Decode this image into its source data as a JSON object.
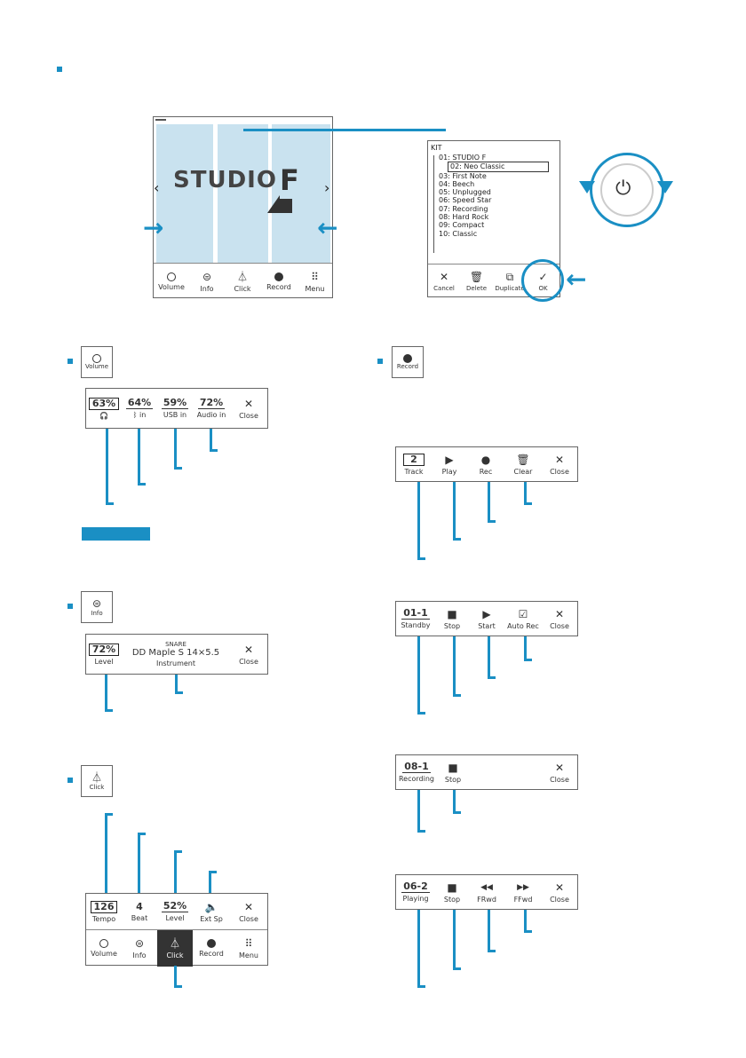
{
  "colors": {
    "accent": "#1a8fc4",
    "panel": "#c9e2ef"
  },
  "main_screen": {
    "title_text": "STUDIO",
    "logo_letter": "F",
    "prev_arrow": "‹",
    "next_arrow": "›",
    "menu": [
      {
        "icon": "volume-knob-icon",
        "label": "Volume"
      },
      {
        "icon": "drum-icon",
        "label": "Info"
      },
      {
        "icon": "metronome-icon",
        "label": "Click"
      },
      {
        "icon": "record-icon",
        "label": "Record"
      },
      {
        "icon": "menu-grid-icon",
        "label": "Menu"
      }
    ]
  },
  "kit_screen": {
    "header": "KIT",
    "items": [
      "01:  STUDIO F",
      "02:  Neo Classic",
      "03:  First Note",
      "04:  Beech",
      "05:  Unplugged",
      "06:  Speed Star",
      "07:  Recording",
      "08:  Hard Rock",
      "09:  Compact",
      "10:  Classic"
    ],
    "selected_index": 1,
    "actions": [
      {
        "icon": "close-x-icon",
        "label": "Cancel"
      },
      {
        "icon": "trash-icon",
        "label": "Delete"
      },
      {
        "icon": "duplicate-icon",
        "label": "Duplicate"
      },
      {
        "icon": "check-icon",
        "label": "OK"
      }
    ]
  },
  "volume_section": {
    "button_label": "Volume",
    "cells": [
      {
        "value": "63%",
        "label": "🎧"
      },
      {
        "value": "64%",
        "label": "ᛒ in"
      },
      {
        "value": "59%",
        "label": "USB in"
      },
      {
        "value": "72%",
        "label": "Audio in"
      },
      {
        "value": "✕",
        "label": "Close"
      }
    ]
  },
  "info_section": {
    "button_label": "Info",
    "level_value": "72%",
    "level_label": "Level",
    "instrument_top": "SNARE",
    "instrument_name": "DD Maple S 14×5.5",
    "instrument_label": "Instrument",
    "close_label": "Close"
  },
  "click_section": {
    "button_label": "Click",
    "cells": [
      {
        "value": "126",
        "label": "Tempo"
      },
      {
        "value": "4",
        "label": "Beat"
      },
      {
        "value": "52%",
        "label": "Level"
      },
      {
        "value": "🔈",
        "label": "Ext Sp"
      },
      {
        "value": "✕",
        "label": "Close"
      }
    ],
    "menu": [
      {
        "label": "Volume"
      },
      {
        "label": "Info"
      },
      {
        "label": "Click"
      },
      {
        "label": "Record"
      },
      {
        "label": "Menu"
      }
    ]
  },
  "record_section": {
    "button_label": "Record",
    "screen1": [
      {
        "value": "2",
        "label": "Track"
      },
      {
        "value": "▶",
        "label": "Play"
      },
      {
        "value": "●",
        "label": "Rec"
      },
      {
        "value": "🗑",
        "label": "Clear"
      },
      {
        "value": "✕",
        "label": "Close"
      }
    ],
    "screen2": [
      {
        "value": "01-1",
        "label": "Standby"
      },
      {
        "value": "■",
        "label": "Stop"
      },
      {
        "value": "▶",
        "label": "Start"
      },
      {
        "value": "☑",
        "label": "Auto Rec"
      },
      {
        "value": "✕",
        "label": "Close"
      }
    ],
    "screen3": [
      {
        "value": "08-1",
        "label": "Recording"
      },
      {
        "value": "■",
        "label": "Stop"
      },
      {
        "value": "✕",
        "label": "Close"
      }
    ],
    "screen4": [
      {
        "value": "06-2",
        "label": "Playing"
      },
      {
        "value": "■",
        "label": "Stop"
      },
      {
        "value": "◀◀",
        "label": "FRwd"
      },
      {
        "value": "▶▶",
        "label": "FFwd"
      },
      {
        "value": "✕",
        "label": "Close"
      }
    ]
  }
}
